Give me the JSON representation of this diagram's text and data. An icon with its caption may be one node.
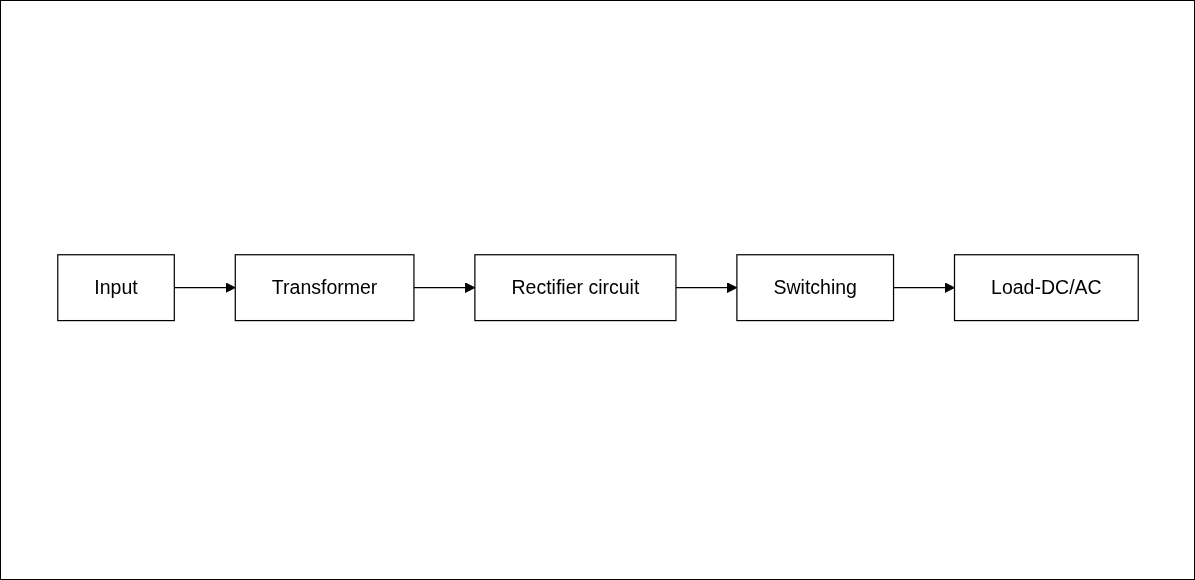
{
  "diagram": {
    "nodes": [
      {
        "text": [
          "Input"
        ]
      },
      {
        "text": [
          "Transformer"
        ]
      },
      {
        "text": [
          "Rectifier circuit"
        ]
      },
      {
        "text": [
          "Switching"
        ]
      },
      {
        "text": [
          "Load-DC/AC"
        ]
      }
    ],
    "edges": [
      {
        "from": 0,
        "to": 1,
        "arrow": "to"
      },
      {
        "from": 1,
        "to": 2,
        "arrow": "to"
      },
      {
        "from": 2,
        "to": 3,
        "arrow": "to"
      },
      {
        "from": 3,
        "to": 4,
        "arrow": "to"
      }
    ]
  }
}
